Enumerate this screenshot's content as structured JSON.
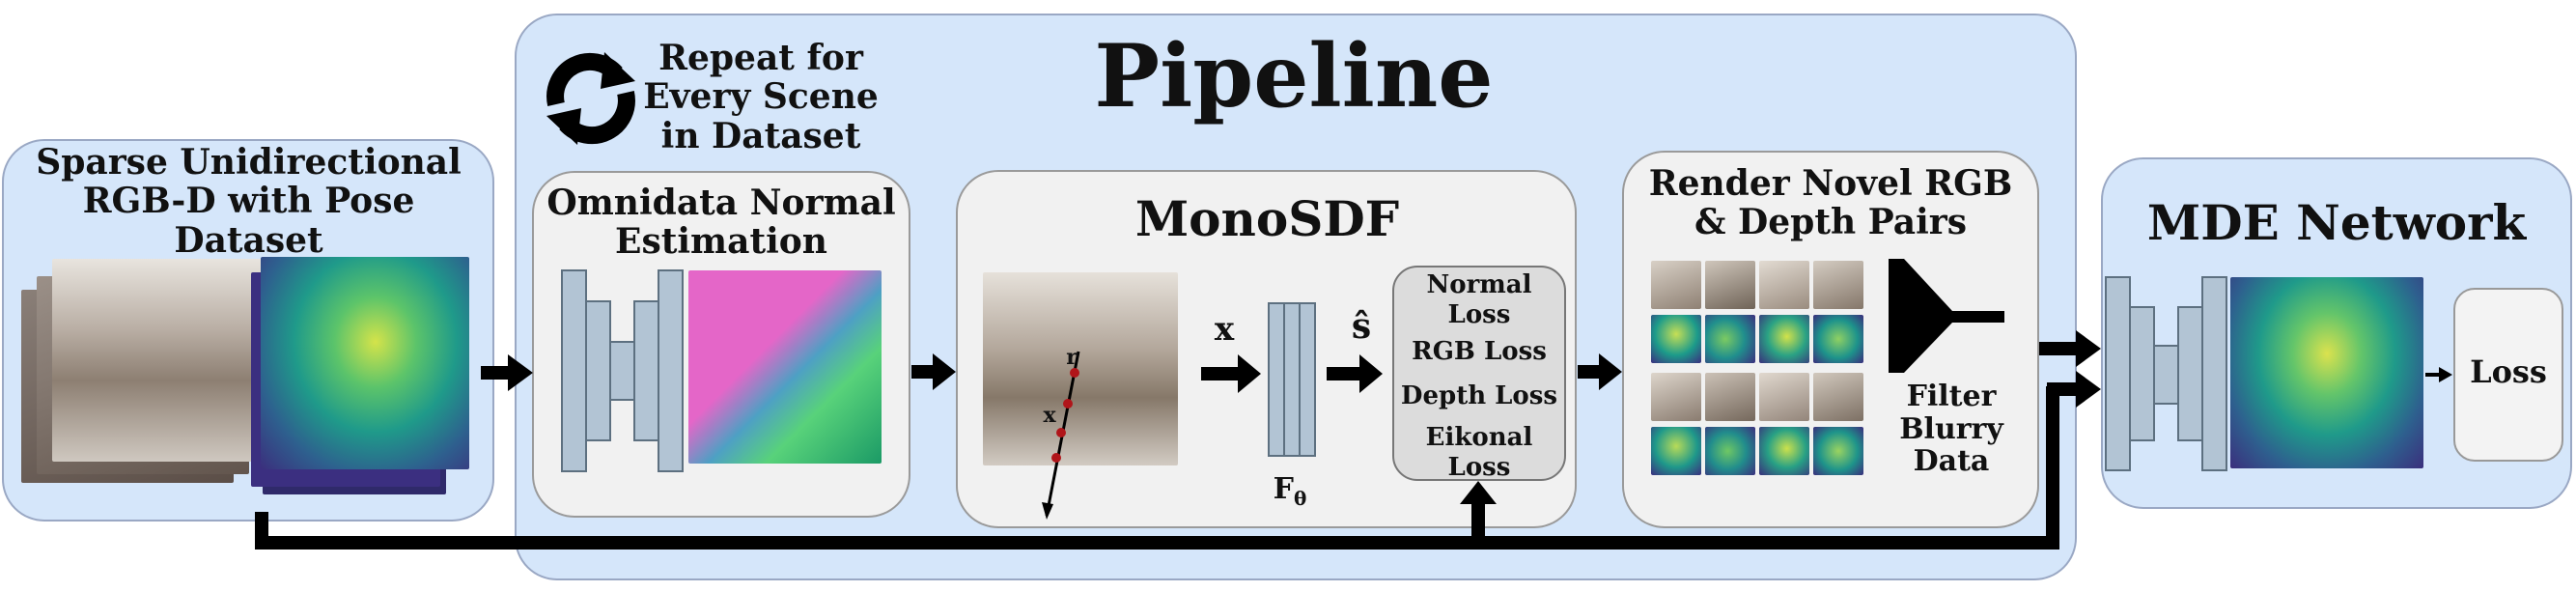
{
  "sparse_panel": {
    "title": "Sparse Unidirectional RGB-D with Pose Dataset"
  },
  "pipeline": {
    "title": "Pipeline",
    "repeat_label": "Repeat for Every Scene in Dataset",
    "omnidata": {
      "title": "Omnidata Normal Estimation"
    },
    "monosdf": {
      "title": "MonoSDF",
      "x_label": "x",
      "s_label": "ŝ",
      "f_label": "F",
      "f_sub": "θ",
      "ray_r": "r",
      "ray_x": "x",
      "losses": [
        "Normal Loss",
        "RGB Loss",
        "Depth Loss",
        "Eikonal Loss"
      ]
    },
    "render": {
      "title": "Render Novel RGB & Depth Pairs",
      "filter_label": "Filter Blurry Data"
    }
  },
  "mde": {
    "title": "MDE Network",
    "loss_label": "Loss"
  },
  "colors": {
    "panel_blue": "#d5e6fa",
    "panel_gray": "#f1f1f1",
    "network_block": "#b2c4d4",
    "arrow": "#000000"
  },
  "icons": [
    "refresh-icon",
    "funnel-icon"
  ]
}
